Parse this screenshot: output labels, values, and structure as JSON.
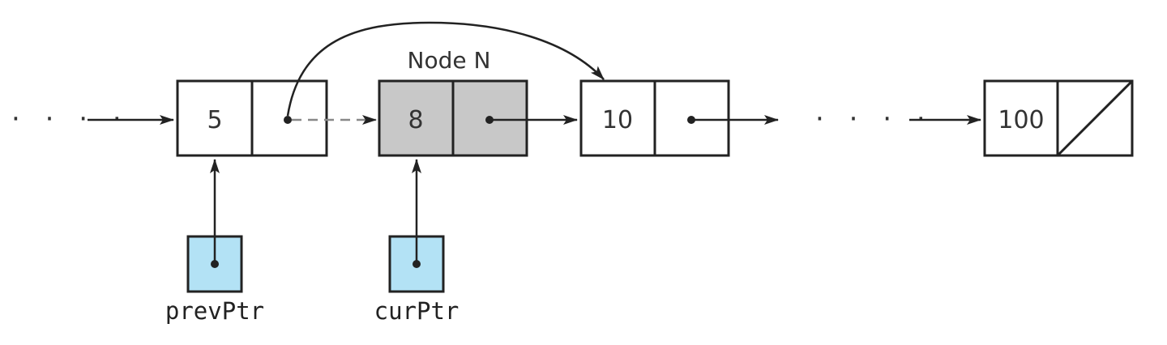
{
  "nodes": [
    {
      "value": "5"
    },
    {
      "value": "8",
      "label": "Node N"
    },
    {
      "value": "10"
    },
    {
      "value": "100"
    }
  ],
  "pointers": [
    {
      "name": "prevPtr"
    },
    {
      "name": "curPtr"
    }
  ],
  "ellipsis": "· · · ·",
  "colors": {
    "line": "#222222",
    "highlight_node": "#c8c8c8",
    "pointer_box": "#b3e2f5",
    "dashed_link": "#888888"
  }
}
